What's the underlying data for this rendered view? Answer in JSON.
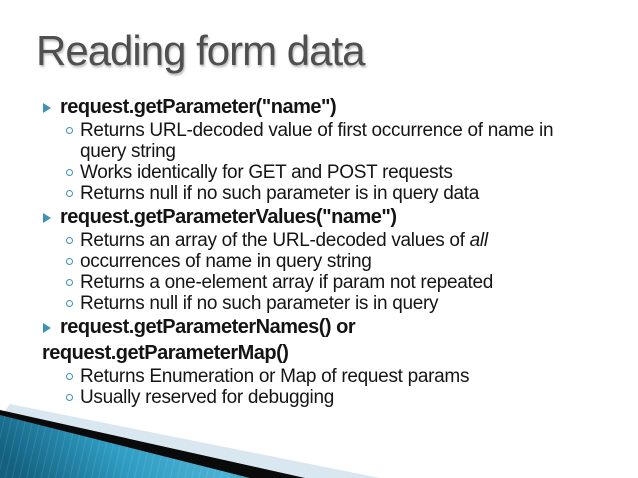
{
  "slide": {
    "title": "Reading form data",
    "bullet_icons": {
      "level1": "triangle-right",
      "level2": "open-circle"
    },
    "colors": {
      "accent_teal": "#3e93b5",
      "title_gray": "#4f4f4f",
      "body_text": "#151515",
      "swoosh_teal_dark": "#13607f",
      "swoosh_teal_mid": "#2f9cc2",
      "swoosh_teal_light": "#4cb1d3",
      "swoosh_black": "#0a0a0a",
      "swoosh_pale_blue": "#d9e7f0",
      "background": "#ffffff"
    },
    "sections": [
      {
        "heading": "request.getParameter(\"name\")",
        "items": [
          {
            "text": "Returns URL-decoded value of first occurrence of name in",
            "bullet": true
          },
          {
            "text": "query string",
            "bullet": false
          },
          {
            "text": "Works identically for GET and POST requests",
            "bullet": true
          },
          {
            "text": "Returns null if no such parameter is in query data",
            "bullet": true
          }
        ]
      },
      {
        "heading": "request.getParameterValues(\"name\")",
        "items": [
          {
            "text": "Returns an array of the URL-decoded values of ",
            "italic": "all",
            "bullet": true
          },
          {
            "text": "occurrences of name in query string",
            "bullet": true
          },
          {
            "text": "Returns a one-element array if param not repeated",
            "bullet": true
          },
          {
            "text": "Returns null if no such parameter is in query",
            "bullet": true
          }
        ]
      },
      {
        "heading": "request.getParameterNames() or",
        "heading_line2": "request.getParameterMap()",
        "items": [
          {
            "text": "Returns Enumeration or Map of request params",
            "bullet": true
          },
          {
            "text": "Usually reserved for debugging",
            "bullet": true
          }
        ]
      }
    ]
  }
}
